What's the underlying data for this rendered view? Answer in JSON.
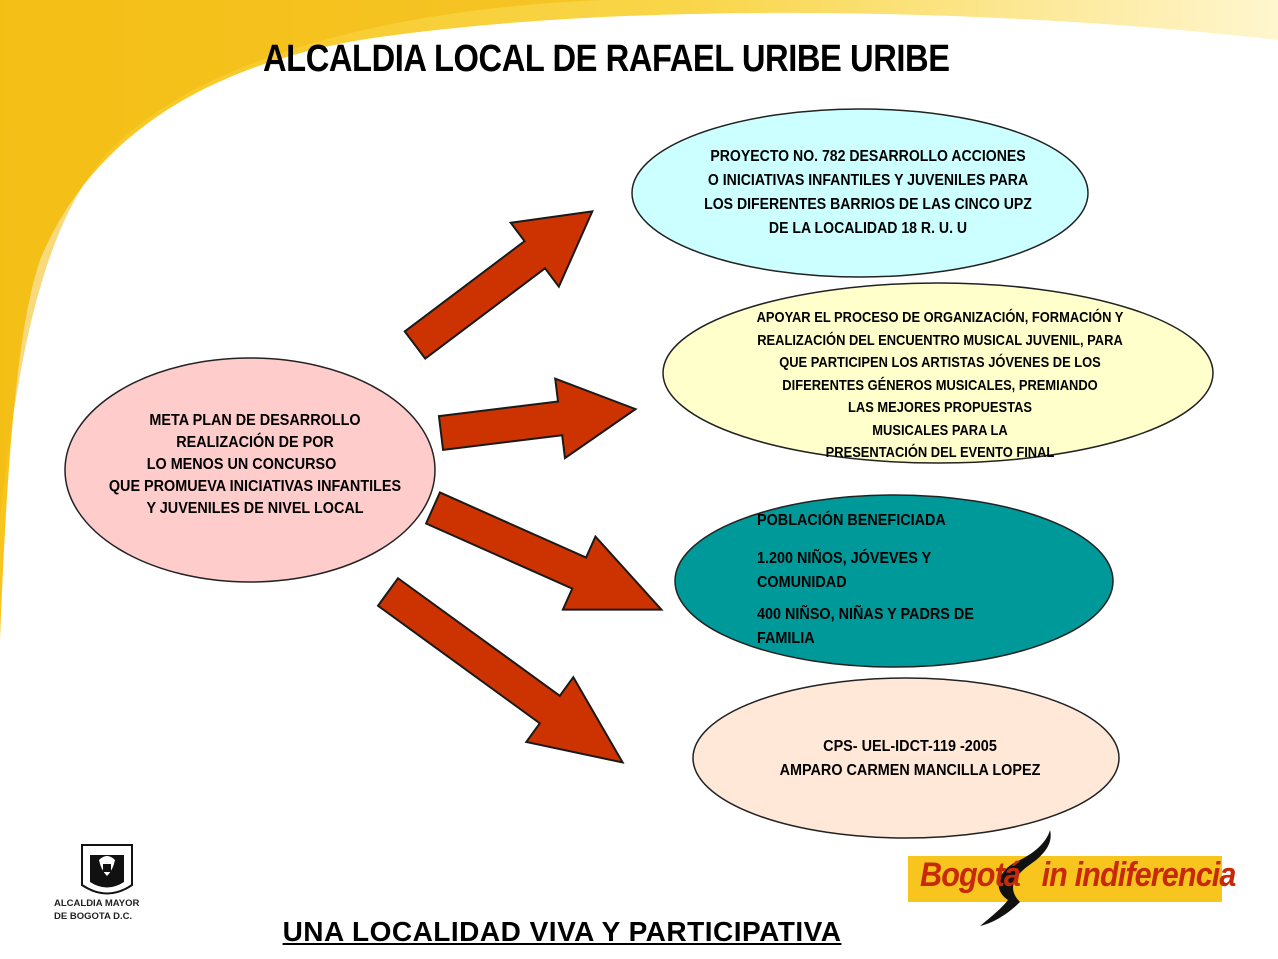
{
  "title": "ALCALDIA LOCAL DE RAFAEL URIBE URIBE",
  "meta": {
    "lines": [
      "META PLAN DE DESARROLLO",
      "REALIZACIÓN DE POR",
      "LO MENOS UN CONCURSO",
      "QUE PROMUEVA INICIATIVAS INFANTILES",
      "Y JUVENILES DE NIVEL LOCAL"
    ]
  },
  "proyecto": {
    "lines": [
      "PROYECTO NO. 782 DESARROLLO ACCIONES",
      "O INICIATIVAS INFANTILES Y JUVENILES PARA",
      "LOS DIFERENTES BARRIOS DE  LAS CINCO UPZ",
      "DE LA LOCALIDAD 18 R. U. U"
    ]
  },
  "apoyar": {
    "lines": [
      "APOYAR EL PROCESO DE ORGANIZACIÓN, FORMACIÓN Y",
      "REALIZACIÓN DEL ENCUENTRO MUSICAL JUVENIL, PARA",
      "QUE PARTICIPEN LOS ARTISTAS JÓVENES DE LOS",
      "DIFERENTES GÉNEROS MUSICALES, PREMIANDO",
      "LAS MEJORES PROPUESTAS",
      "MUSICALES PARA LA",
      "PRESENTACIÓN DEL EVENTO FINAL"
    ]
  },
  "poblacion": {
    "heading": "POBLACIÓN BENEFICIADA",
    "item1": "1.200 NIÑOS, JÓVEVES Y COMUNIDAD",
    "item2": "400 NIÑSO, NIÑAS Y PADRS DE FAMILIA"
  },
  "cps": {
    "line1": "CPS- UEL-IDCT-119 -2005",
    "line2": "AMPARO CARMEN MANCILLA LOPEZ"
  },
  "logo_left": {
    "line1": "ALCALDIA MAYOR",
    "line2": "DE BOGOTA D.C."
  },
  "brand": {
    "part1": "Bogotá",
    "part2": "in indiferencia"
  },
  "footer": "UNA LOCALIDAD VIVA Y PARTICIPATIVA",
  "colors": {
    "yellow_band": "#f7c51e",
    "arrow_fill": "#cc3300",
    "meta_fill": "#ffcccc",
    "proyecto_fill": "#ccffff",
    "apoyar_fill": "#ffffcc",
    "poblacion_fill": "#009999",
    "cps_fill": "#ffe8d8",
    "brand_red": "#c62a0a"
  }
}
